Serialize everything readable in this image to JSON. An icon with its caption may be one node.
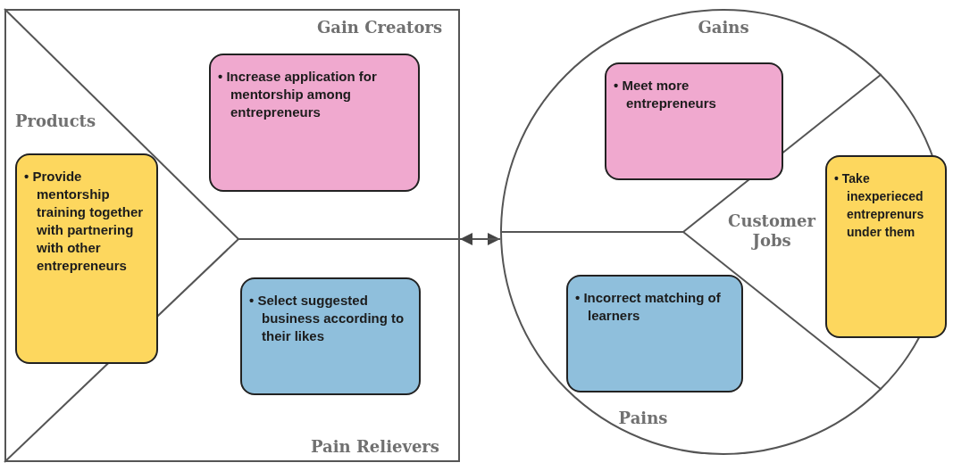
{
  "diagram": {
    "nodes": [
      {
        "text": [],
        "shape": "box"
      },
      {
        "text": [
          "• Increase application for mentorship among entrepreneurs"
        ],
        "in": 0
      },
      {
        "text": [
          "• Provide mentorship training together with partnering with other entrepreneurs"
        ],
        "in": 0
      },
      {
        "text": [
          "• Select suggested business according to their likes"
        ],
        "in": 0
      },
      {
        "text": [],
        "shape": "circle"
      },
      {
        "text": [
          "• Meet more entrepreneurs"
        ],
        "in": 4
      },
      {
        "text": [
          "• Take inexperieced entreprenurs under them"
        ],
        "in": 4
      },
      {
        "text": [
          "• Incorrect matching of learners"
        ],
        "in": 4
      }
    ],
    "edges": [
      {
        "from": 0,
        "to": 4,
        "arrow": "to"
      },
      {
        "from": 4,
        "to": 0,
        "arrow": "to"
      }
    ],
    "labels": [
      "Gain Creators",
      "Gains",
      "Products",
      "Customer Jobs",
      "Pain Relievers",
      "Pains"
    ]
  }
}
